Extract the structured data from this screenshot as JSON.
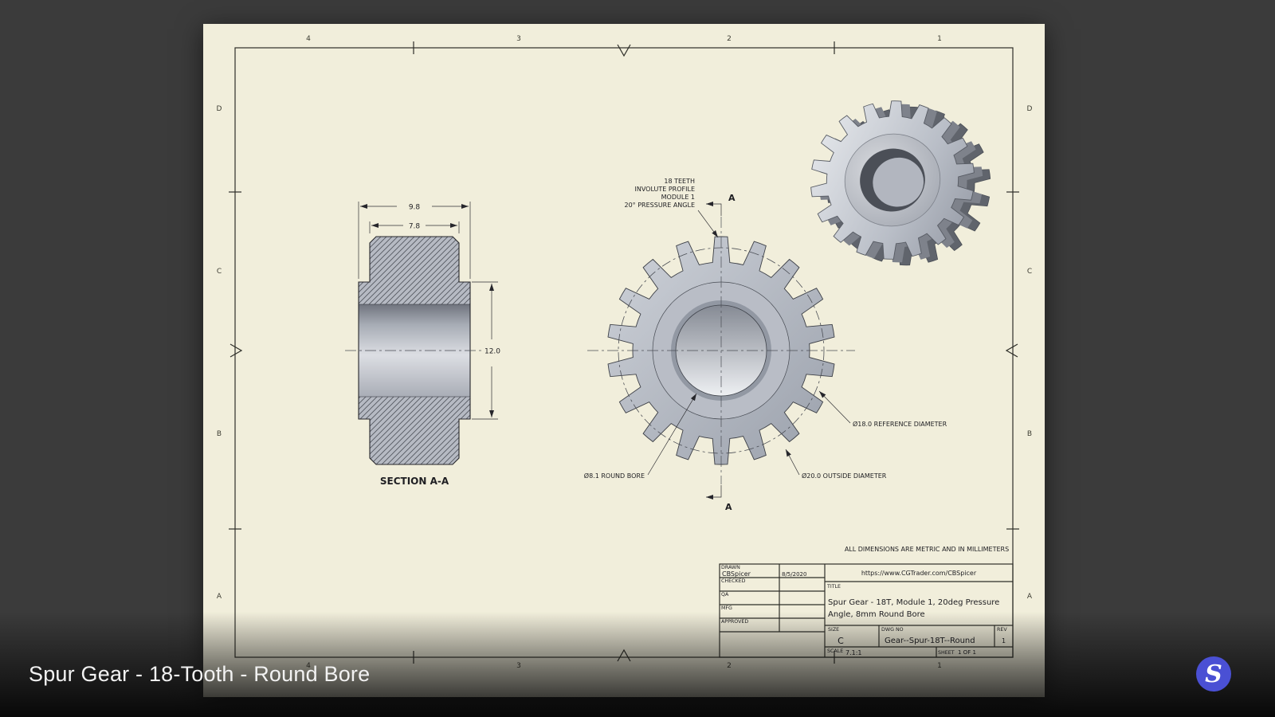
{
  "overlay": {
    "title": "Spur Gear - 18-Tooth - Round Bore",
    "logo_letter": "S",
    "logo_color": "#4a50d4"
  },
  "sheet": {
    "paper_color": "#f1eedb",
    "metric_note": "ALL DIMENSIONS ARE METRIC AND IN MILLIMETERS",
    "zones": {
      "top": [
        "4",
        "3",
        "2",
        "1"
      ],
      "bottom": [
        "4",
        "3",
        "2",
        "1"
      ],
      "left": [
        "D",
        "C",
        "B",
        "A"
      ],
      "right": [
        "D",
        "C",
        "B",
        "A"
      ]
    }
  },
  "section_view": {
    "label": "SECTION A-A",
    "dim_overall_width": "9.8",
    "dim_face_width": "7.8",
    "dim_hub_diameter": "12.0"
  },
  "front_view": {
    "teeth_note": [
      "18 TEETH",
      "INVOLUTE PROFILE",
      "MODULE 1",
      "20° PRESSURE ANGLE"
    ],
    "callout_reference_diameter": "Ø18.0 REFERENCE DIAMETER",
    "callout_round_bore": "Ø8.1 ROUND BORE",
    "callout_outside_diameter": "Ø20.0 OUTSIDE DIAMETER",
    "section_letter_top": "A",
    "section_letter_bottom": "A"
  },
  "title_block": {
    "drawn_label": "DRAWN",
    "drawn_name": "CBSpicer",
    "drawn_date": "8/5/2020",
    "checked_label": "CHECKED",
    "qa_label": "QA",
    "mfg_label": "MFG",
    "approved_label": "APPROVED",
    "website": "https://www.CGTrader.com/CBSpicer",
    "title_label": "TITLE",
    "title_line1": "Spur Gear - 18T, Module 1, 20deg Pressure",
    "title_line2": "Angle, 8mm Round Bore",
    "size_label": "SIZE",
    "size_value": "C",
    "dwg_label": "DWG NO",
    "dwg_value": "Gear--Spur-18T--Round",
    "rev_label": "REV",
    "rev_value": "1",
    "scale_label": "SCALE",
    "scale_value": "7.1:1",
    "sheet_label": "SHEET",
    "sheet_value": "1 OF 1"
  }
}
